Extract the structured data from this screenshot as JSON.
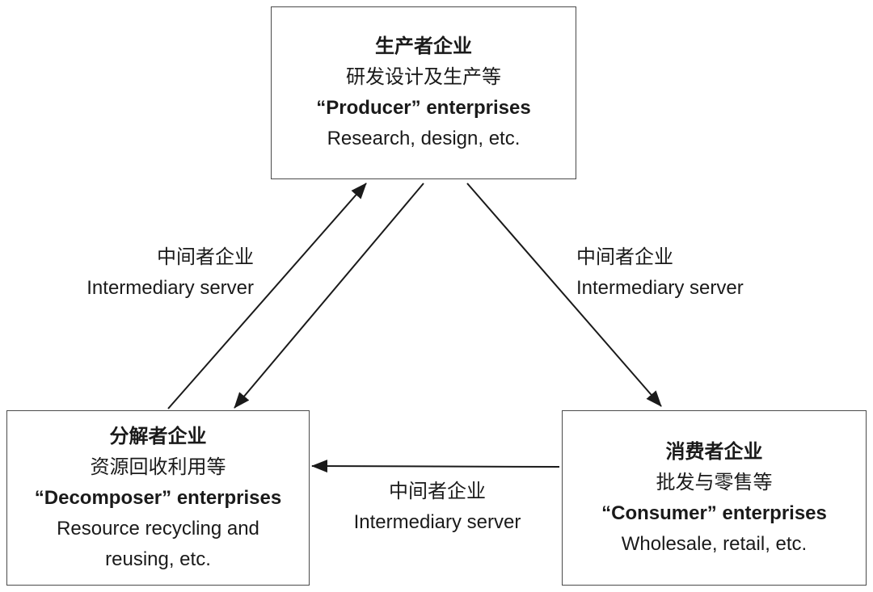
{
  "nodes": {
    "producer": {
      "title_zh": "生产者企业",
      "desc_zh": "研发设计及生产等",
      "title_en": "“Producer” enterprises",
      "desc_en": "Research, design, etc."
    },
    "decomposer": {
      "title_zh": "分解者企业",
      "desc_zh": "资源回收利用等",
      "title_en": "“Decomposer” enterprises",
      "desc_en": "Resource recycling and reusing, etc."
    },
    "consumer": {
      "title_zh": "消费者企业",
      "desc_zh": "批发与零售等",
      "title_en": "“Consumer” enterprises",
      "desc_en": "Wholesale, retail, etc."
    }
  },
  "edge_labels": {
    "left": {
      "zh": "中间者企业",
      "en": "Intermediary server"
    },
    "right": {
      "zh": "中间者企业",
      "en": "Intermediary server"
    },
    "bottom": {
      "zh": "中间者企业",
      "en": "Intermediary server"
    }
  },
  "colors": {
    "box_border": "#4a4a4a",
    "arrow": "#1a1a1a",
    "text": "#1a1a1a",
    "background": "#ffffff"
  }
}
